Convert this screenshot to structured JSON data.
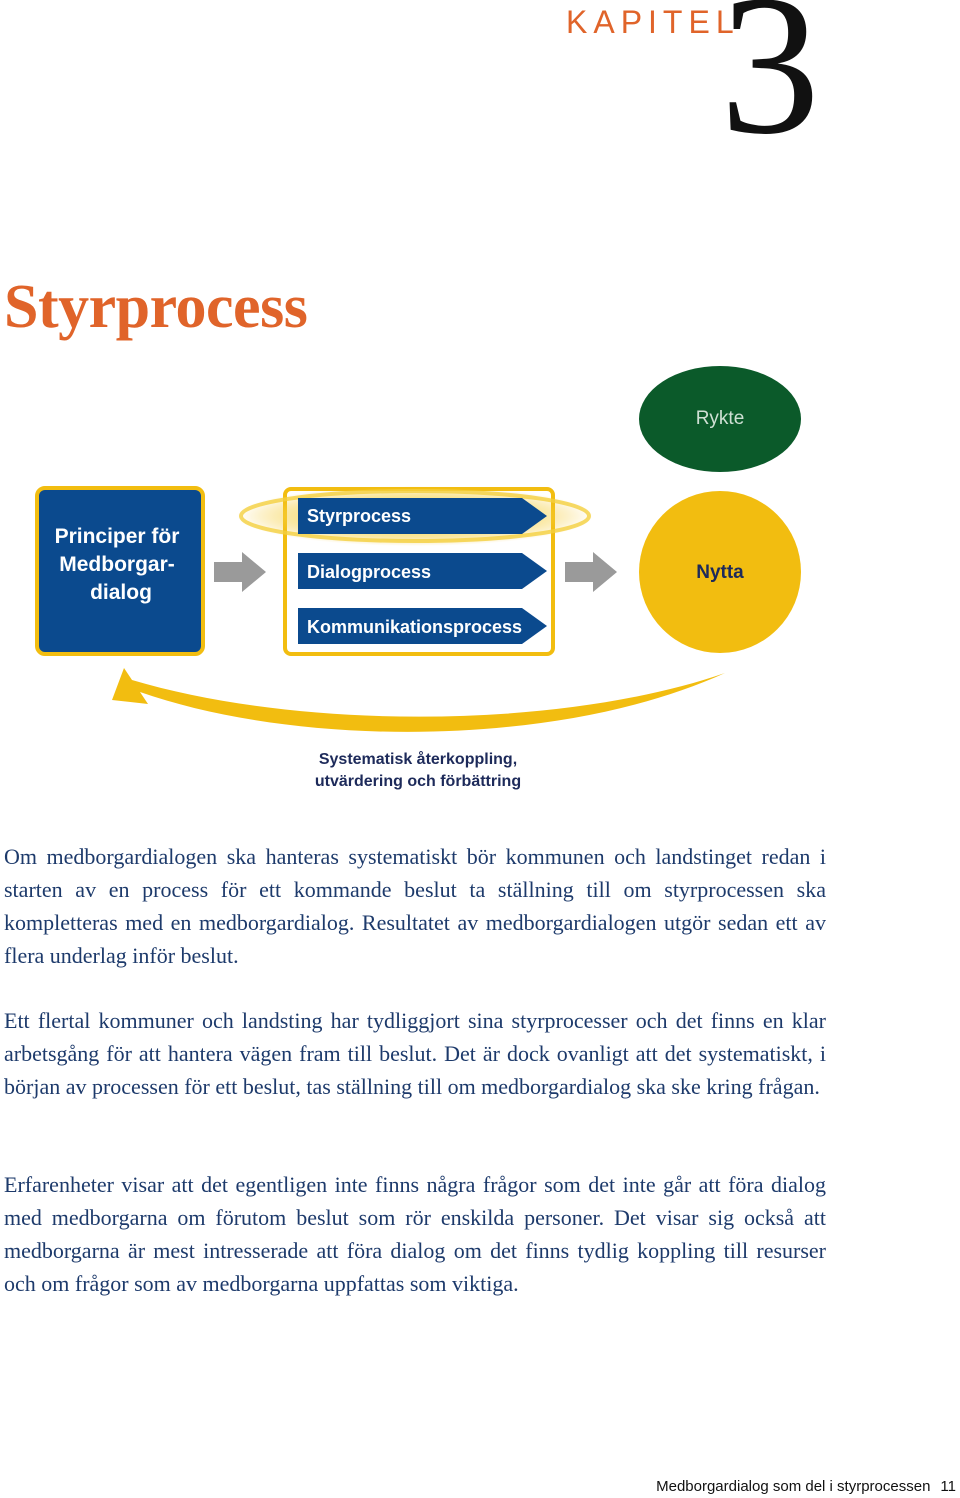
{
  "header": {
    "chapter_label": "KAPITEL",
    "chapter_number": "3"
  },
  "title": "Styrprocess",
  "diagram": {
    "principles_box": [
      "Principer för",
      "Medborgar-",
      "dialog"
    ],
    "processes": [
      "Styrprocess",
      "Dialogprocess",
      "Kommunikationsprocess"
    ],
    "rumor": "Rykte",
    "benefit": "Nytta",
    "feedback_caption": [
      "Systematisk återkoppling,",
      "utvärdering och förbättring"
    ],
    "colors": {
      "navy": "#0b4a8e",
      "yellow": "#f2bd10",
      "green": "#0b5a2a",
      "grey_arrow": "#9a9a9a"
    }
  },
  "paragraphs": [
    "Om medborgardialogen ska hanteras systematiskt bör kommunen och landstinget redan i starten av en process för ett kommande beslut ta ställning till om styrprocessen ska kompletteras med en medborgardialog. Resultatet av medborgardialogen utgör sedan ett av flera underlag inför beslut.",
    "Ett flertal kommuner och landsting har tydliggjort sina styrprocesser och det finns en klar arbetsgång för att hantera vägen fram till beslut. Det är dock ovanligt att det systematiskt, i början av processen för ett beslut, tas ställning till om medborgardialog ska ske kring frågan.",
    "Erfarenheter visar att det egentligen inte finns några frågor som det inte går att föra dialog med medborgarna om förutom beslut som rör enskilda personer. Det visar sig också att medborgarna är mest intresserade att föra dialog om det finns tydlig koppling till resurser och om frågor som av medborgarna uppfattas som viktiga."
  ],
  "footer": {
    "text": "Medborgardialog som del i styrprocessen",
    "page_number": "11"
  }
}
